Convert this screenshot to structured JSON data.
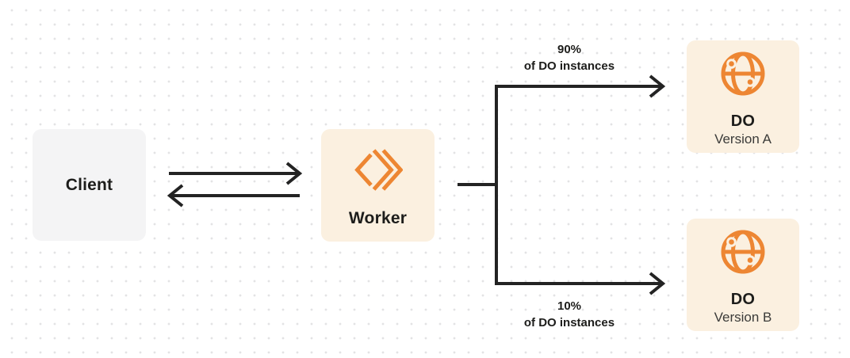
{
  "colors": {
    "accent_orange": "#ED8633",
    "node_cream": "#FBF0E0",
    "node_gray": "#F4F4F5",
    "line_dark": "#232323",
    "text_dark": "#1D1D1B",
    "text_subtle": "#3B3B39"
  },
  "nodes": {
    "client": {
      "label": "Client"
    },
    "worker": {
      "label": "Worker",
      "icon": "worker-chevrons-icon"
    },
    "do_a": {
      "title": "DO",
      "subtitle": "Version A",
      "icon": "globe-icon"
    },
    "do_b": {
      "title": "DO",
      "subtitle": "Version B",
      "icon": "globe-icon"
    }
  },
  "branches": {
    "top": {
      "percent": "90%",
      "caption": "of DO instances"
    },
    "bottom": {
      "percent": "10%",
      "caption": "of DO instances"
    }
  }
}
